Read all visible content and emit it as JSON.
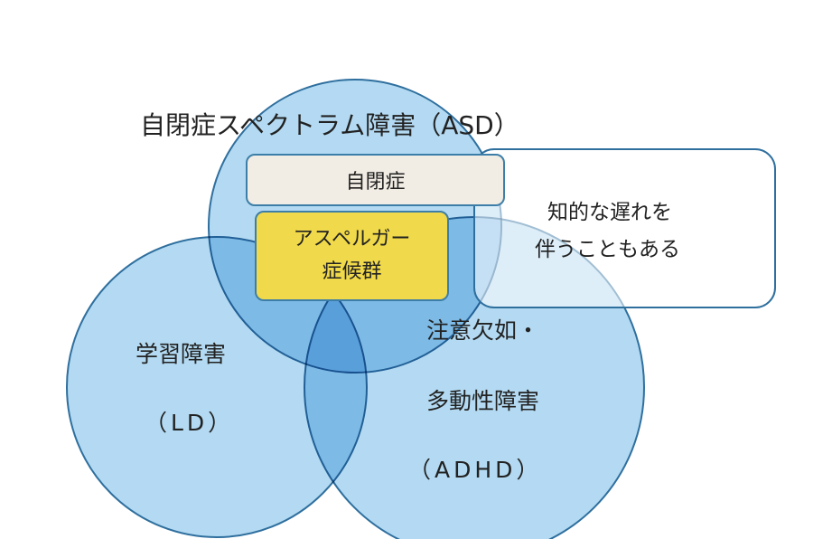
{
  "diagram": {
    "asd_label": "自閉症スペクトラム障害（ASD）",
    "autism_label": "自閉症",
    "asperger_line1": "アスペルガー",
    "asperger_line2": "症候群",
    "callout_line1": "知的な遅れを",
    "callout_line2": "伴うこともある",
    "ld_line1": "学習障害",
    "ld_line2": "（LD）",
    "adhd_line1": "注意欠如・",
    "adhd_line2": "多動性障害",
    "adhd_line3": "（ADHD）"
  },
  "colors": {
    "circle_fill": "#a6d3f0",
    "circle_stroke": "#2f6f9e",
    "autism_fill": "#f1ece4",
    "asperger_fill": "#f0d94a"
  }
}
